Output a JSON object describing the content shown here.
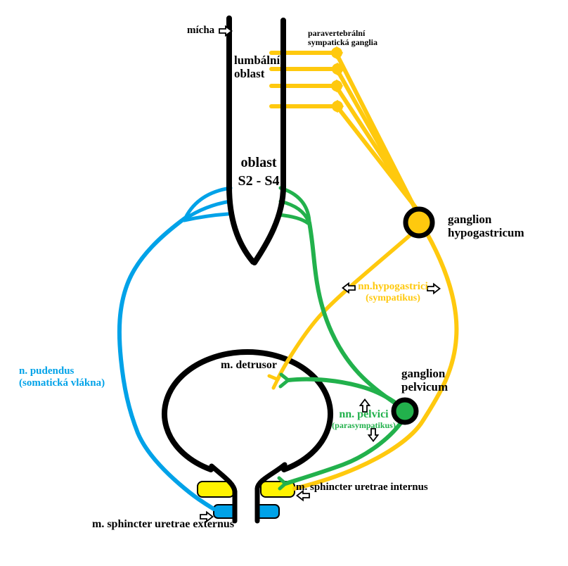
{
  "colors": {
    "gold": "#FFC90E",
    "yellow": "#FFF200",
    "green": "#22B14C",
    "blue": "#00A2E8",
    "black": "#000000",
    "white": "#FFFFFF"
  },
  "labels": {
    "micha": "mícha",
    "paravertebral_ganglia": [
      "paravertebrální",
      "sympatická ganglia"
    ],
    "lumbar_region": [
      "lumbální",
      "oblast"
    ],
    "sacral_region": [
      "oblast",
      "S2 - S4"
    ],
    "ganglion_hypogastricum": [
      "ganglion",
      "hypogastricum"
    ],
    "nn_hypogastrici": [
      "nn.hypogastrici",
      "(sympatikus)"
    ],
    "n_pudendus": [
      "n. pudendus",
      "(somatická vlákna)"
    ],
    "m_detrusor": "m. detrusor",
    "ganglion_pelvicum": [
      "ganglion",
      "pelvicum"
    ],
    "nn_pelvici": [
      "nn. pelvici",
      "(parasympatikus)"
    ],
    "m_sphincter_internus": "m. sphincter uretrae internus",
    "m_sphincter_externus": "m. sphincter uretrae externus"
  }
}
